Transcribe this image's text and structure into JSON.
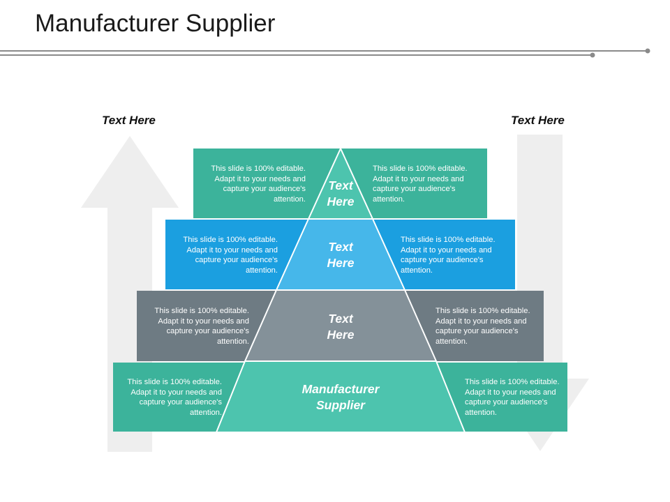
{
  "title": "Manufacturer Supplier",
  "arrow_labels": {
    "left": "Text Here",
    "right": "Text Here"
  },
  "levels": [
    {
      "label_line1": "Text",
      "label_line2": "Here",
      "left_text": "This slide is 100% editable. Adapt it to your needs and capture your audience's attention.",
      "right_text": "This slide is 100% editable. Adapt it to your needs and capture your audience's attention.",
      "band_color": "#3cb39b",
      "triangle_color": "#4dc4ae"
    },
    {
      "label_line1": "Text",
      "label_line2": "Here",
      "left_text": "This slide is 100% editable. Adapt it to your needs and capture your audience's attention.",
      "right_text": "This slide is 100% editable. Adapt it to your needs and capture your audience's attention.",
      "band_color": "#1b9fe0",
      "triangle_color": "#46b7ea"
    },
    {
      "label_line1": "Text",
      "label_line2": "Here",
      "left_text": "This slide is 100% editable. Adapt it to your needs and capture your audience's attention.",
      "right_text": "This slide is 100% editable. Adapt it to your needs and capture your audience's attention.",
      "band_color": "#6e7b83",
      "triangle_color": "#849199"
    },
    {
      "label_line1": "Manufacturer",
      "label_line2": "Supplier",
      "left_text": "This slide is 100% editable. Adapt it to your needs and capture your audience's attention.",
      "right_text": "This slide is 100% editable. Adapt it to your needs and capture your audience's attention.",
      "band_color": "#3cb39b",
      "triangle_color": "#4dc4ae"
    }
  ],
  "colors": {
    "arrow_fill": "#eeeeee",
    "rule_line": "#8a8a8a"
  }
}
